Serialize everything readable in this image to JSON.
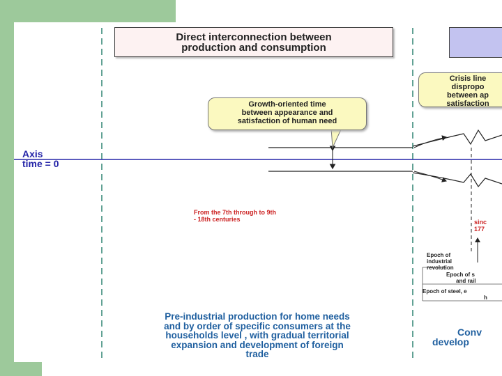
{
  "title_left": [
    "Direct interconnection between",
    "production and consumption"
  ],
  "callout_growth": [
    "Growth-oriented time",
    "between appearance and",
    "satisfaction of human need"
  ],
  "callout_crisis": [
    "Crisis line",
    "dispropo",
    "between ap",
    "satisfaction"
  ],
  "axis_label": [
    "Axis",
    "time = 0"
  ],
  "era_note": [
    "From the 7th through to 9th",
    "- 18th centuries"
  ],
  "since_note": [
    "sinc",
    "177"
  ],
  "epochs": {
    "industrial": [
      "Epoch of",
      "industrial",
      "revolution"
    ],
    "steam": [
      "Epoch of s",
      "and rail"
    ],
    "steel": [
      "Epoch of steel, e",
      "h"
    ]
  },
  "pre_industrial": [
    "Pre-industrial production for home needs",
    "and by order of specific consumers at the",
    "households level , with gradual territorial",
    "expansion and development of foreign",
    "trade"
  ],
  "conventional": [
    "Conv",
    "develop"
  ],
  "colors": {
    "background_green": "#9dc99b",
    "axis_blue": "#2525a8",
    "title_fill": "#fdf2f2",
    "purple_box": "#c3c3f0",
    "callout_yellow": "#fbf9c0",
    "note_red": "#cc2222",
    "divider_teal": "#3a8a7a",
    "body_blue": "#1f5f9f"
  }
}
